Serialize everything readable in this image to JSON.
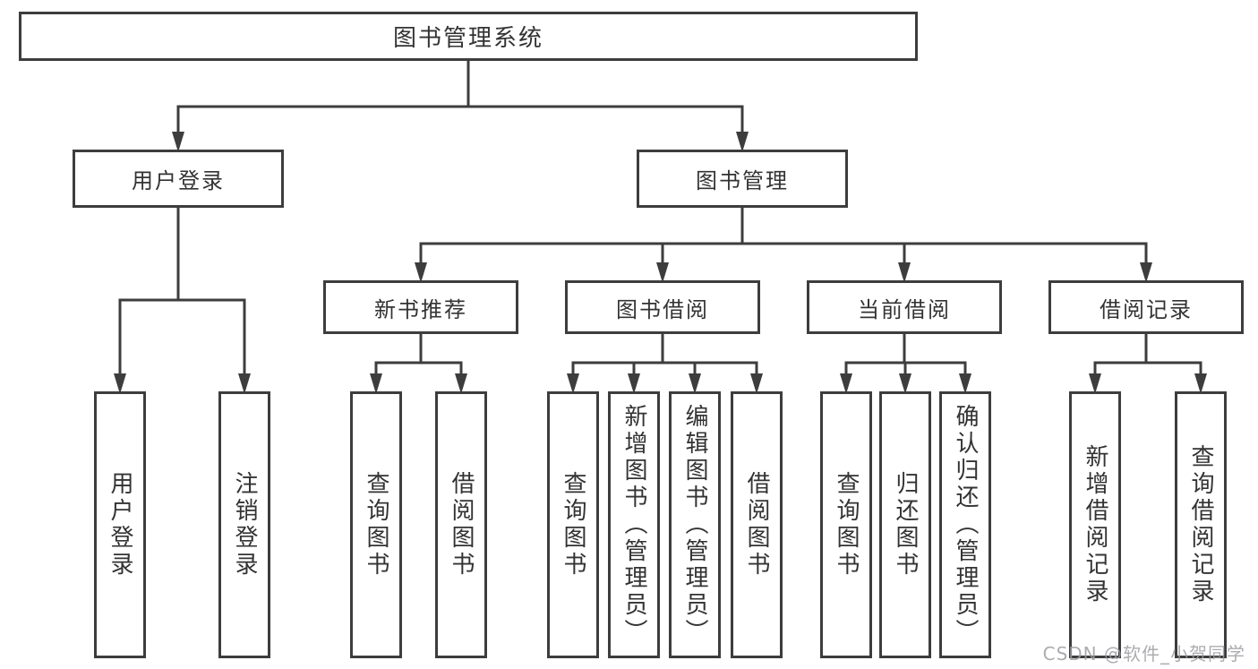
{
  "diagram_type": "hierarchy-tree",
  "colors": {
    "background": "#ffffff",
    "box_border": "#3d3d3d",
    "connector_line": "#3d3d3d",
    "text": "#333333",
    "watermark_text": "#9e9ea2"
  },
  "tree": {
    "label": "图书管理系统",
    "children": [
      {
        "label": "用户登录",
        "children": [
          {
            "label": "用户登录"
          },
          {
            "label": "注销登录"
          }
        ]
      },
      {
        "label": "图书管理",
        "children": [
          {
            "label": "新书推荐",
            "children": [
              {
                "label": "查询图书"
              },
              {
                "label": "借阅图书"
              }
            ]
          },
          {
            "label": "图书借阅",
            "children": [
              {
                "label": "查询图书"
              },
              {
                "label": "新增图书（管理员）"
              },
              {
                "label": "编辑图书（管理员）"
              },
              {
                "label": "借阅图书"
              }
            ]
          },
          {
            "label": "当前借阅",
            "children": [
              {
                "label": "查询图书"
              },
              {
                "label": "归还图书"
              },
              {
                "label": "确认归还（管理员）"
              }
            ]
          },
          {
            "label": "借阅记录",
            "children": [
              {
                "label": "新增借阅记录"
              },
              {
                "label": "查询借阅记录"
              }
            ]
          }
        ]
      }
    ]
  },
  "watermark": {
    "text": "CSDN @软件_小贺同学"
  }
}
